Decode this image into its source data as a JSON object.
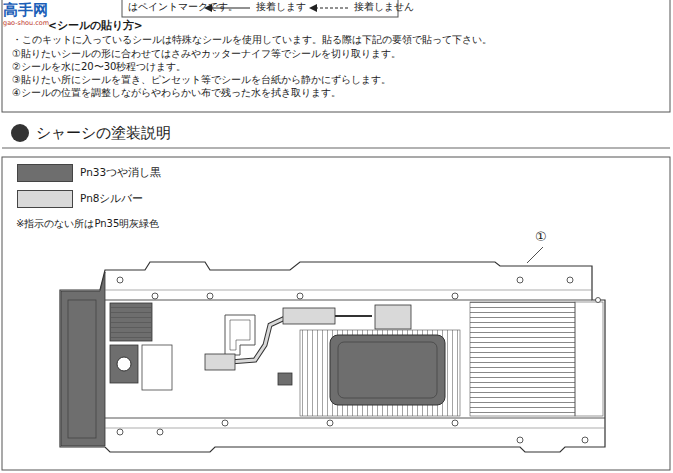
{
  "diagram": {
    "title": "シャーシの塗装説明",
    "labels": [
      "はペイントマークです。",
      "接着します",
      "接着しません",
      "<シールの貼り方>",
      "・このキットに入っているシールは特殊なシールを使用しています。貼る際は下記の要領で貼って下さい。",
      "①貼りたいシールの形に合わせてはさみやカッターナイフ等でシールを切り取ります。",
      "②シールを水に20〜30秒程つけます。",
      "③貼りたい所にシールを置き、ピンセット等でシールを台紙から静かにずらします。",
      "④シールの位置を調整しながらやわらかい布で残った水を拭き取ります。",
      "※指示のない所はPn35明灰緑色",
      "①",
      "高手网",
      "gao-shou.com"
    ],
    "legend": [
      {
        "text": "Pn33つや消し黒",
        "color": "#6e6e6e"
      },
      {
        "text": "Pn8シルバー",
        "color": "#d9d9d9"
      }
    ]
  }
}
